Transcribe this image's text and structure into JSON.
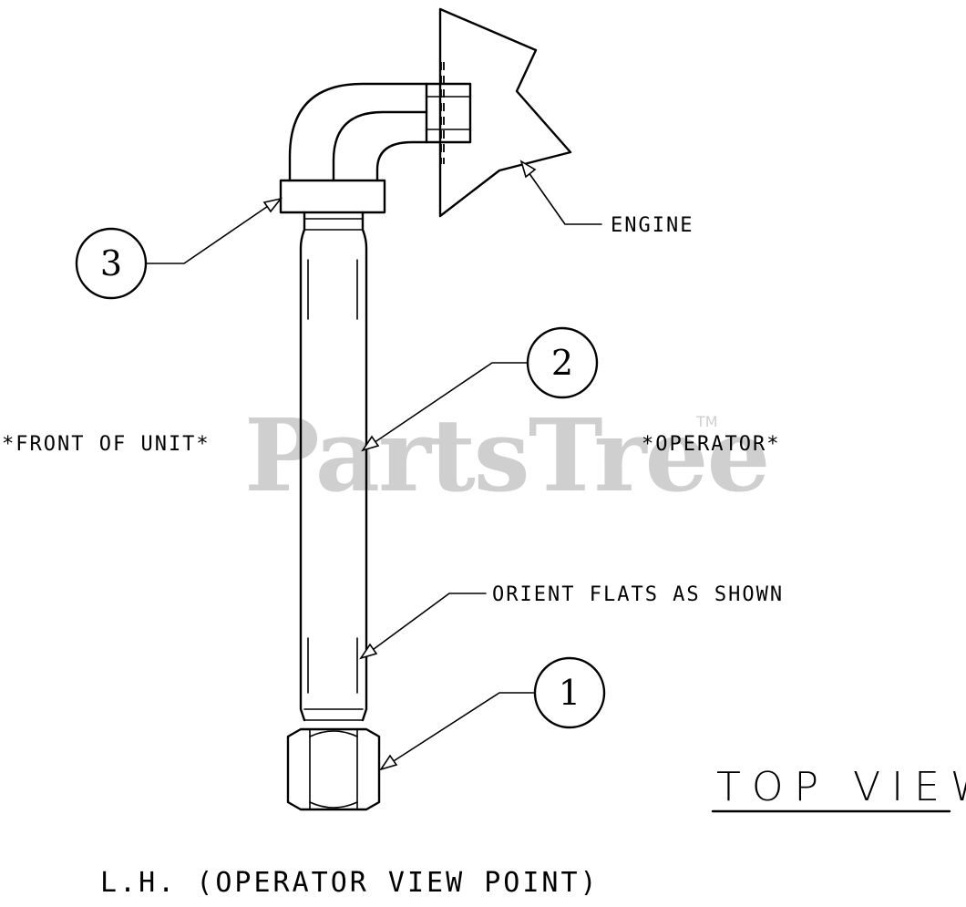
{
  "labels": {
    "engine": "ENGINE",
    "front_of_unit": "*FRONT OF UNIT*",
    "operator": "*OPERATOR*",
    "orient_flats": "ORIENT FLATS AS SHOWN",
    "top_view": "TOP VIEW",
    "view_point": "L.H. (OPERATOR VIEW POINT)"
  },
  "callouts": [
    "1",
    "2",
    "3"
  ],
  "watermark": {
    "text": "PartsTree",
    "tm": "TM",
    "color": "#cfcfcf"
  }
}
